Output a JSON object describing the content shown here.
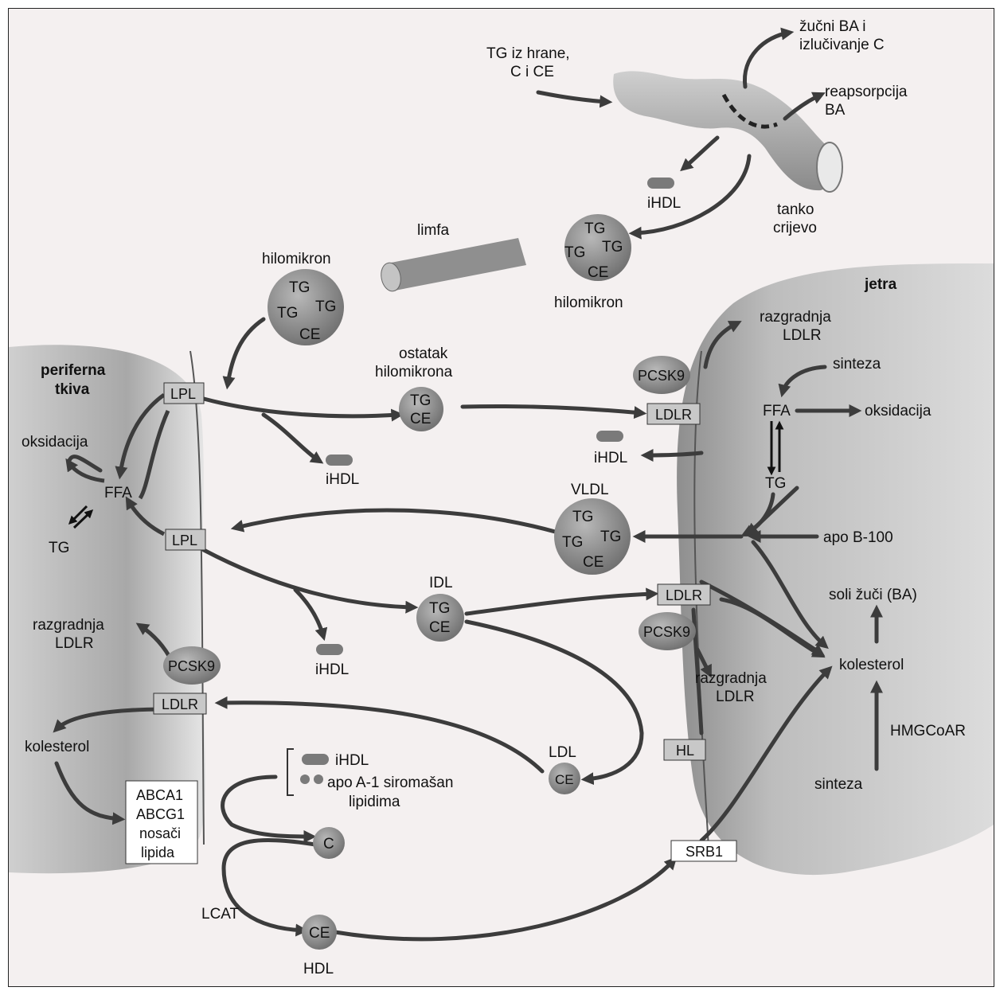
{
  "labels": {
    "tg_food_1": "TG iz hrane,",
    "tg_food_2": "C i CE",
    "bile_1": "žučni BA i",
    "bile_2": "izlučivanje C",
    "reabs_1": "reapsorpcija",
    "reabs_2": "BA",
    "intestine_1": "tanko",
    "intestine_2": "crijevo",
    "ihdl_top": "iHDL",
    "limfa": "limfa",
    "hilomikron_left": "hilomikron",
    "hilomikron_right": "hilomikron",
    "jetra": "jetra",
    "periferna_1": "periferna",
    "periferna_2": "tkiva",
    "ostatak_1": "ostatak",
    "ostatak_2": "hilomikrona",
    "razgradnja_top_1": "razgradnja",
    "razgradnja_top_2": "LDLR",
    "sinteza_top": "sinteza",
    "ffa_liver": "FFA",
    "oksidacija_liver": "oksidacija",
    "ihdl_mid": "iHDL",
    "tg_liver": "TG",
    "vldl": "VLDL",
    "apob": "apo B-100",
    "ihdl_lpl": "iHDL",
    "oksidacija_left": "oksidacija",
    "ffa_left": "FFA",
    "tg_left": "TG",
    "idl": "IDL",
    "soli": "soli žuči (BA)",
    "razgradnja_left_1": "razgradnja",
    "razgradnja_left_2": "LDLR",
    "ihdl_idl": "iHDL",
    "razgradnja_bot_1": "razgradnja",
    "razgradnja_bot_2": "LDLR",
    "kolesterol_right": "kolesterol",
    "kolesterol_left": "kolesterol",
    "hmgcoar": "HMGCoAR",
    "ldl": "LDL",
    "ihdl_legend": "iHDL",
    "apoa_1": "apo A-1 siromašan",
    "apoa_2": "lipidima",
    "sinteza_bot": "sinteza",
    "lcat": "LCAT",
    "hdl": "HDL"
  },
  "particles": {
    "tg": "TG",
    "ce": "CE",
    "c": "C"
  },
  "boxes": {
    "lpl": "LPL",
    "ldlr": "LDLR",
    "pcsk9": "PCSK9",
    "hl": "HL",
    "srb1": "SRB1",
    "abca1": "ABCA1",
    "abcg1": "ABCG1",
    "nosaci": "nosači",
    "lipida": "lipida"
  },
  "colors": {
    "organ": "#9c9c9c",
    "particle": "#8a8a8a",
    "arrow": "#3c3c3c",
    "receptor": "#c8c8c8",
    "background": "#f4f0f0"
  }
}
